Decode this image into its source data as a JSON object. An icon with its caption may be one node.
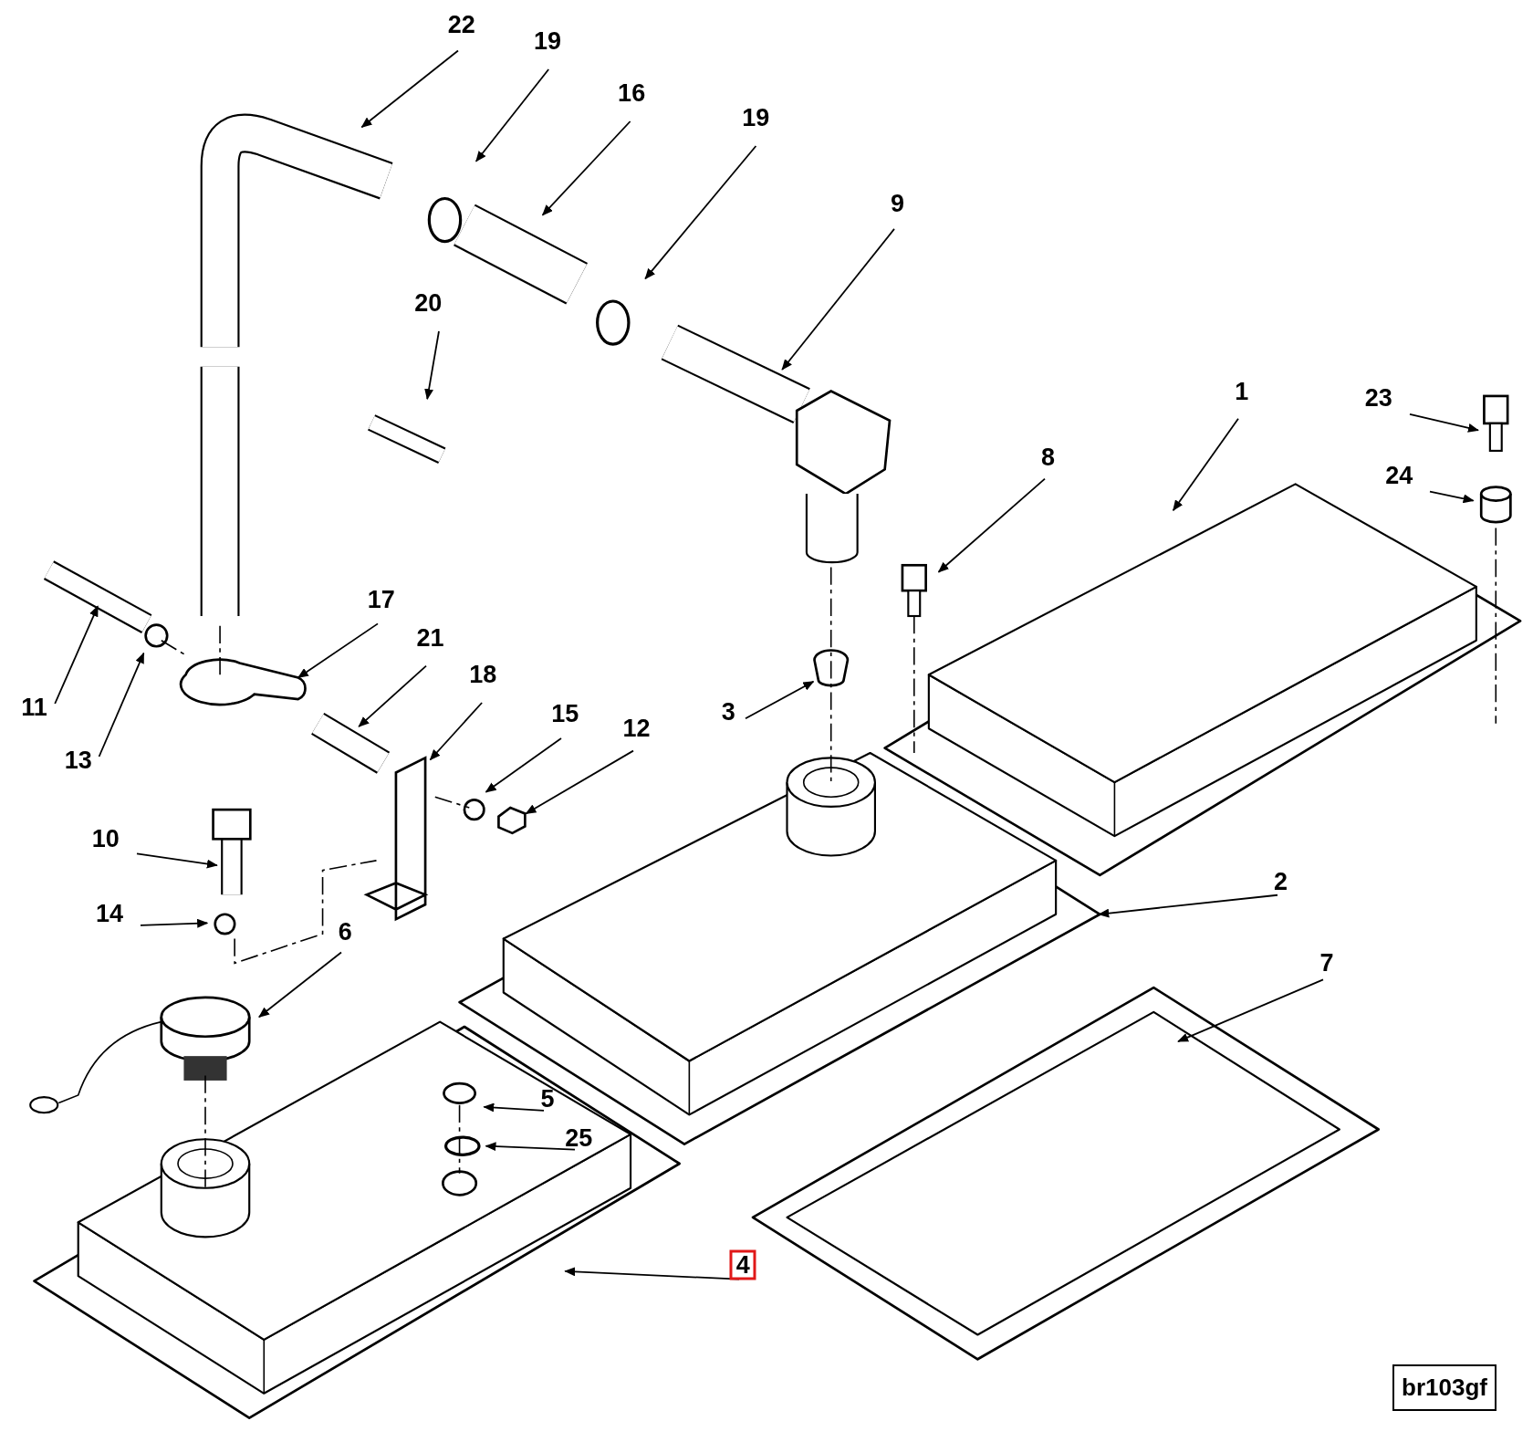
{
  "diagram": {
    "nodes": [
      {
        "text": [
          "22"
        ]
      },
      {
        "text": [
          "19"
        ]
      },
      {
        "text": [
          "16"
        ]
      },
      {
        "text": [
          "19"
        ]
      },
      {
        "text": [
          "9"
        ]
      },
      {
        "text": [
          "20"
        ]
      },
      {
        "text": [
          "1"
        ]
      },
      {
        "text": [
          "23"
        ]
      },
      {
        "text": [
          "8"
        ]
      },
      {
        "text": [
          "24"
        ]
      },
      {
        "text": [
          "17"
        ]
      },
      {
        "text": [
          "21"
        ]
      },
      {
        "text": [
          "18"
        ]
      },
      {
        "text": [
          "11"
        ]
      },
      {
        "text": [
          "3"
        ]
      },
      {
        "text": [
          "15"
        ]
      },
      {
        "text": [
          "12"
        ]
      },
      {
        "text": [
          "13"
        ]
      },
      {
        "text": [
          "10"
        ]
      },
      {
        "text": [
          "2"
        ]
      },
      {
        "text": [
          "14"
        ]
      },
      {
        "text": [
          "6"
        ]
      },
      {
        "text": [
          "7"
        ]
      },
      {
        "text": [
          "5"
        ]
      },
      {
        "text": [
          "25"
        ]
      },
      {
        "text": [
          "4"
        ]
      }
    ],
    "edges": [
      {
        "from": 0,
        "to": null,
        "arrow": "to"
      },
      {
        "from": 1,
        "to": null,
        "arrow": "to"
      },
      {
        "from": 2,
        "to": null,
        "arrow": "to"
      },
      {
        "from": 3,
        "to": null,
        "arrow": "to"
      },
      {
        "from": 4,
        "to": null,
        "arrow": "to"
      },
      {
        "from": 5,
        "to": null,
        "arrow": "to"
      },
      {
        "from": 6,
        "to": null,
        "arrow": "to"
      },
      {
        "from": 7,
        "to": null,
        "arrow": "to"
      },
      {
        "from": 8,
        "to": null,
        "arrow": "to"
      },
      {
        "from": 9,
        "to": null,
        "arrow": "to"
      },
      {
        "from": 10,
        "to": null,
        "arrow": "to"
      },
      {
        "from": 11,
        "to": null,
        "arrow": "to"
      },
      {
        "from": 12,
        "to": null,
        "arrow": "to"
      },
      {
        "from": 13,
        "to": null,
        "arrow": "to"
      },
      {
        "from": 14,
        "to": null,
        "arrow": "to"
      },
      {
        "from": 15,
        "to": null,
        "arrow": "to"
      },
      {
        "from": 16,
        "to": null,
        "arrow": "to"
      },
      {
        "from": 17,
        "to": null,
        "arrow": "to"
      },
      {
        "from": 18,
        "to": null,
        "arrow": "to"
      },
      {
        "from": 19,
        "to": null,
        "arrow": "to"
      },
      {
        "from": 20,
        "to": null,
        "arrow": "to"
      },
      {
        "from": 21,
        "to": null,
        "arrow": "to"
      },
      {
        "from": 22,
        "to": null,
        "arrow": "to"
      },
      {
        "from": 23,
        "to": null,
        "arrow": "to"
      },
      {
        "from": 24,
        "to": null,
        "arrow": "to"
      },
      {
        "from": 25,
        "to": null,
        "arrow": "to"
      }
    ],
    "labels": [
      "br103gf"
    ]
  }
}
